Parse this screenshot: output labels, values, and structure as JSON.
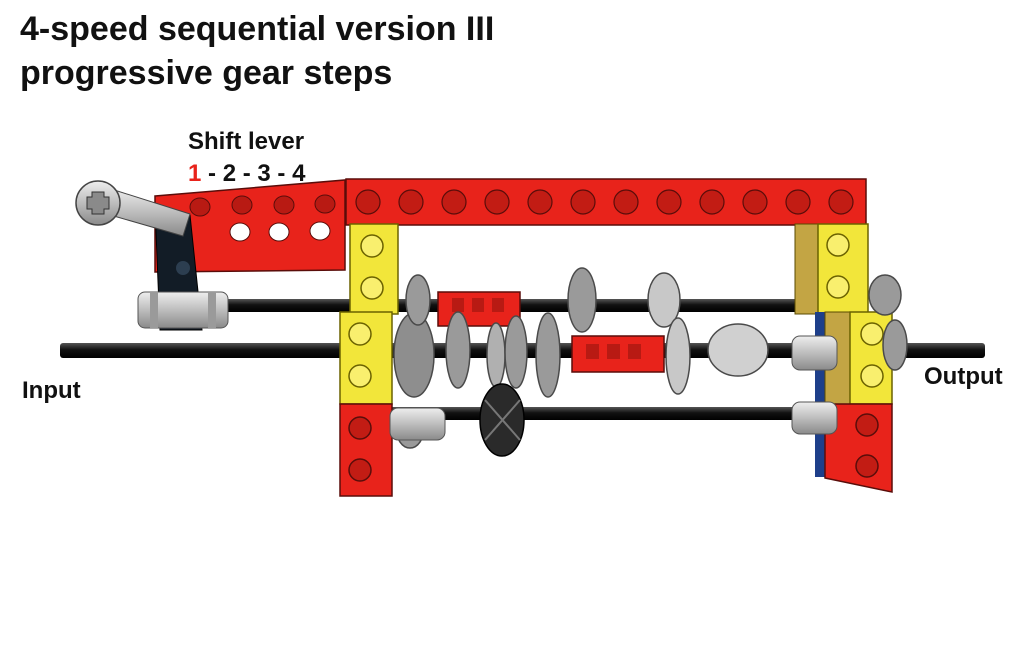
{
  "title": {
    "line1": "4-speed sequential version III",
    "line2": "progressive gear steps"
  },
  "shift_lever": {
    "label": "Shift lever",
    "positions": [
      "1",
      "2",
      "3",
      "4"
    ],
    "separator": " - ",
    "active_position": "1"
  },
  "labels": {
    "input": "Input",
    "output": "Output"
  },
  "colors": {
    "beam_red": "#e8231b",
    "brick_yellow": "#f2e63a",
    "axle_black": "#161616",
    "gear_gray": "#9a9a9a",
    "connector_gray": "#c9c9c9",
    "highlight_red": "#e8231b",
    "tan": "#c3a544"
  },
  "icons": [
    "shift-lever-handle-icon",
    "gear-icon",
    "axle-icon"
  ]
}
